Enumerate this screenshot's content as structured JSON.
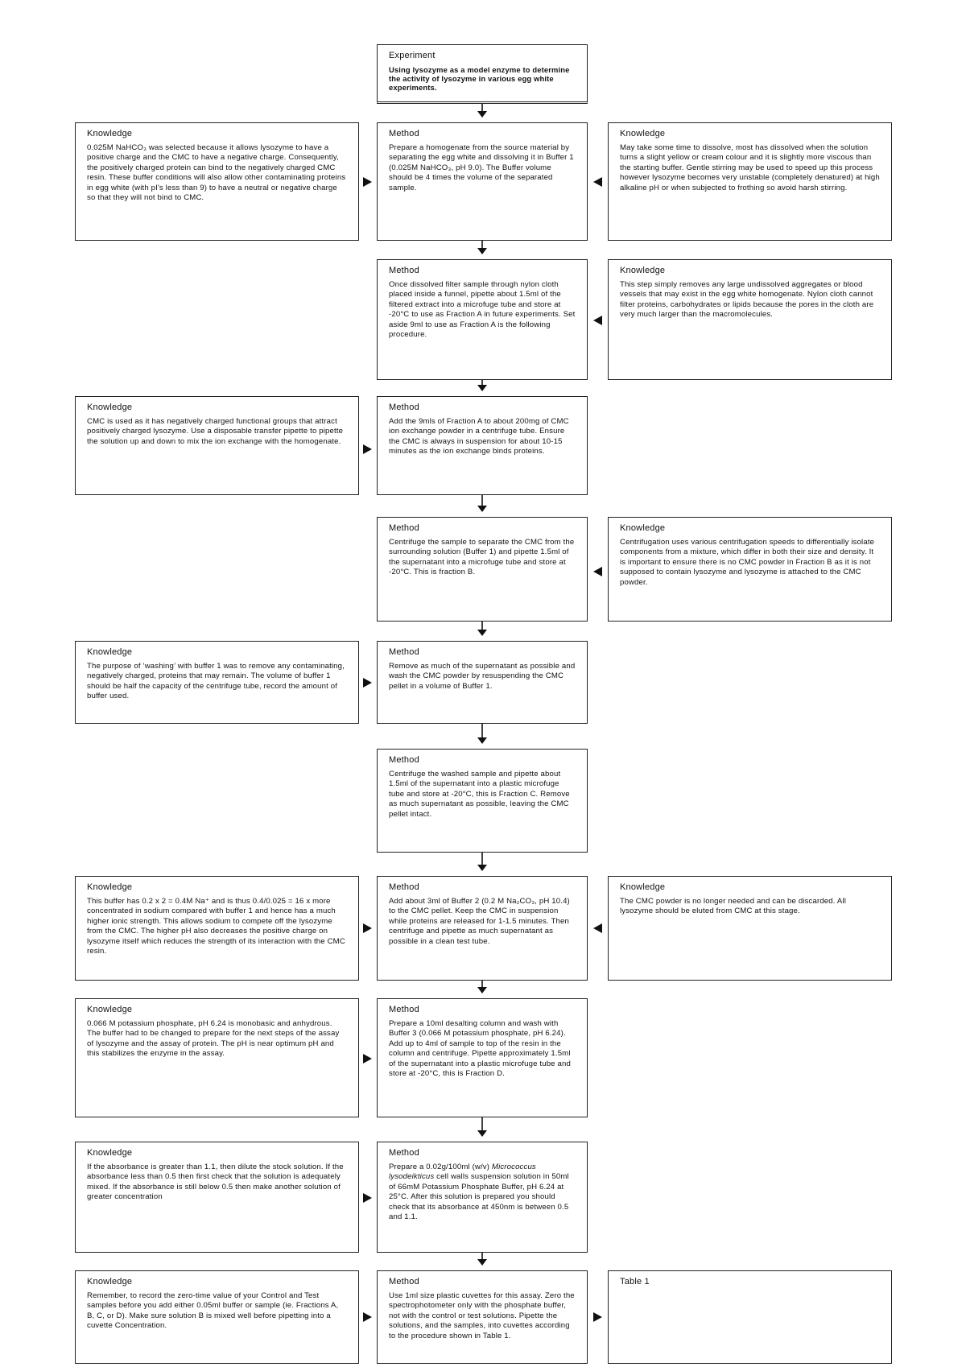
{
  "experiment": {
    "heading": "Experiment",
    "text": "Using lysozyme as a model enzyme to determine the activity of lysozyme in various egg white experiments."
  },
  "rows": [
    {
      "left": {
        "heading": "Knowledge",
        "text": "0.025M NaHCO₃ was selected because it allows lysozyme to have a positive charge and the CMC to have a negative charge. Consequently, the positively charged protein can bind to the negatively charged CMC resin. These buffer conditions will also allow other contaminating proteins in egg white (with pI's less than 9) to have a neutral or negative charge so that they will not bind to CMC."
      },
      "method": {
        "heading": "Method",
        "text": "Prepare a homogenate from the source material by separating the egg white and dissolving it in Buffer 1 (0.025M NaHCO₃, pH 9.0). The Buffer volume should be 4 times the volume of the separated sample."
      },
      "right": {
        "heading": "Knowledge",
        "text": "May take some time to dissolve, most has dissolved when the solution turns a slight yellow or cream colour and it is slightly more viscous than the starting buffer. Gentle stirring may be used to speed up this process however lysozyme becomes very unstable (completely denatured) at high alkaline pH or when subjected to frothing so avoid harsh stirring."
      }
    },
    {
      "method": {
        "heading": "Method",
        "text": "Once dissolved filter sample through nylon cloth placed inside a funnel, pipette about 1.5ml of the filtered extract into a microfuge tube and store at -20°C to use as Fraction A in future experiments. Set aside 9ml to use as Fraction A is the following procedure."
      },
      "right": {
        "heading": "Knowledge",
        "text": "This step simply removes any large undissolved aggregates or blood vessels that may exist in the egg white homogenate. Nylon cloth cannot filter proteins, carbohydrates or lipids because the pores in the cloth are very much larger than the macromolecules."
      }
    },
    {
      "left": {
        "heading": "Knowledge",
        "text": "CMC is used as it has negatively charged functional groups that attract positively charged lysozyme. Use a disposable transfer pipette to pipette the solution up and down to mix the ion exchange with the homogenate."
      },
      "method": {
        "heading": "Method",
        "text": "Add the 9mls of Fraction A to about 200mg of CMC ion exchange powder in a centrifuge tube. Ensure the CMC is always in suspension for about 10-15 minutes as the ion exchange binds proteins."
      }
    },
    {
      "method": {
        "heading": "Method",
        "text": "Centrifuge the sample to separate the CMC from the surrounding solution (Buffer 1) and pipette 1.5ml of the supernatant into a microfuge tube and store at -20°C. This is fraction B."
      },
      "right": {
        "heading": "Knowledge",
        "text": "Centrifugation uses various centrifugation speeds to differentially isolate components from a mixture, which differ in both their size and density. It is important to ensure there is no CMC powder in Fraction B as it is not supposed to contain lysozyme and lysozyme is attached to the CMC powder."
      }
    },
    {
      "left": {
        "heading": "Knowledge",
        "text": "The purpose of ‘washing’ with buffer 1 was to remove any contaminating, negatively charged, proteins that may remain. The volume of buffer 1 should be half the capacity of the centrifuge tube, record the amount of buffer used."
      },
      "method": {
        "heading": "Method",
        "text": "Remove as much of the supernatant as possible and wash the CMC powder by resuspending the CMC pellet in a volume of Buffer 1."
      }
    },
    {
      "method": {
        "heading": "Method",
        "text": "Centrifuge the washed sample and pipette about 1.5ml of the supernatant into a plastic microfuge tube and store at -20°C, this is Fraction C. Remove as much supernatant as possible, leaving the CMC pellet intact."
      }
    },
    {
      "left": {
        "heading": "Knowledge",
        "text": "This buffer has 0.2 x 2 = 0.4M Na⁺ and is thus 0.4/0.025 = 16 x more concentrated in sodium compared with buffer 1 and hence has a much higher ionic strength. This allows sodium to compete off the lysozyme from the CMC. The higher pH also decreases the positive charge on lysozyme itself which reduces the strength of its interaction with the CMC resin."
      },
      "method": {
        "heading": "Method",
        "text": "Add about 3ml of Buffer 2 (0.2 M Na₂CO₃, pH 10.4) to the CMC pellet. Keep the CMC in suspension while proteins are released for 1-1.5 minutes. Then centrifuge and pipette as much supernatant as possible in a clean test tube."
      },
      "right": {
        "heading": "Knowledge",
        "text": "The CMC powder is no longer needed and can be discarded. All lysozyme should be eluted from CMC at this stage."
      }
    },
    {
      "left": {
        "heading": "Knowledge",
        "text": "0.066 M potassium phosphate, pH 6.24 is monobasic and anhydrous. The buffer had to be changed to prepare for the next steps of the assay of lysozyme and the assay of protein. The pH is near optimum pH and this stabilizes the enzyme in the assay."
      },
      "method": {
        "heading": "Method",
        "text": "Prepare a 10ml desalting column and wash with Buffer 3 (0.066 M potassium phosphate, pH 6.24). Add up to 4ml of sample to top of the resin in the column and centrifuge. Pipette approximately 1.5ml of the supernatant into a plastic microfuge tube and store at -20°C, this is Fraction D."
      }
    },
    {
      "left": {
        "heading": "Knowledge",
        "text": "If the absorbance is greater than 1.1, then dilute the stock solution. If the absorbance less than 0.5 then first check that the solution is adequately mixed. If the absorbance is still below 0.5 then make another solution of greater concentration"
      },
      "method": {
        "heading": "Method",
        "pre": "Prepare a 0.02g/100ml (w/v) ",
        "italic": "Micrococcus lysodeikticus",
        "post": " cell walls suspension solution in 50ml of 66mM Potassium Phosphate Buffer, pH 6.24 at 25°C. After this solution is prepared you should check that its absorbance at 450nm is between 0.5 and 1.1."
      }
    },
    {
      "left": {
        "heading": "Knowledge",
        "text": "Remember, to record the zero-time value of your Control and Test samples before you add either 0.05ml buffer or sample (ie. Fractions A, B, C, or D). Make sure solution B is mixed well before pipetting into a cuvette Concentration."
      },
      "method": {
        "heading": "Method",
        "text": "Use 1ml size plastic cuvettes for this assay. Zero the spectrophotometer only with the phosphate buffer, not with the control or test solutions. Pipette the solutions, and the samples, into cuvettes according to the procedure shown in Table 1."
      },
      "right": {
        "heading": "Table 1",
        "text": ""
      }
    }
  ]
}
